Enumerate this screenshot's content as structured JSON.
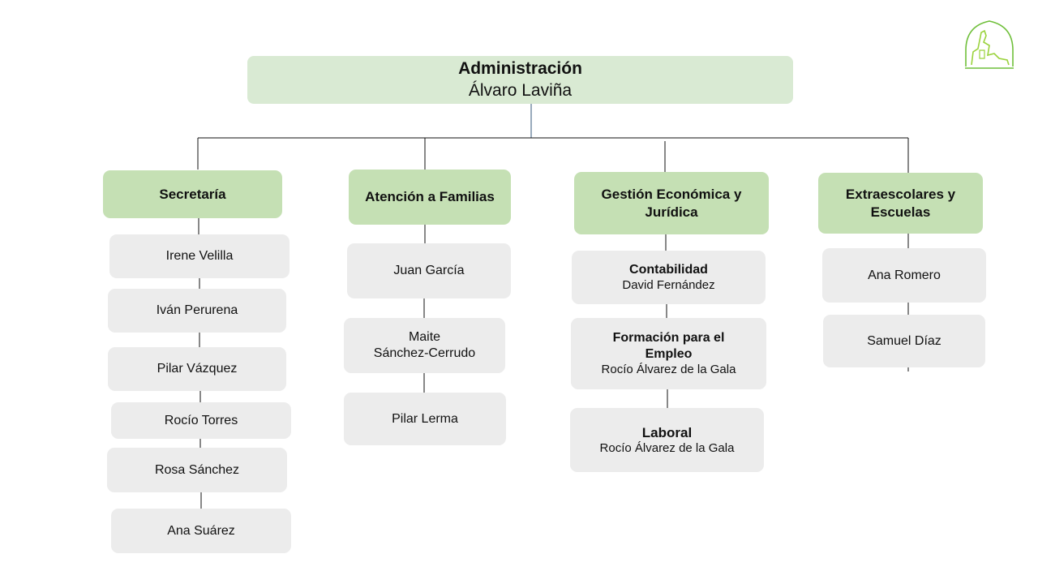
{
  "root": {
    "title": "Administración",
    "name": "Álvaro Laviña"
  },
  "departments": [
    {
      "label": "Secretaría",
      "members": [
        "Irene Velilla",
        "Iván Perurena",
        "Pilar Vázquez",
        "Rocío Torres",
        "Rosa Sánchez",
        "Ana Suárez"
      ]
    },
    {
      "label": "Atención a Familias",
      "members": [
        "Juan García",
        "Maite\nSánchez-Cerrudo",
        "Pilar Lerma"
      ]
    },
    {
      "label": "Gestión Económica y Jurídica",
      "units": [
        {
          "title": "Contabilidad",
          "name": "David Fernández"
        },
        {
          "title": "Formación para el Empleo",
          "name": "Rocío Álvarez de la Gala"
        },
        {
          "title": "Laboral",
          "name": "Rocío Álvarez de la Gala"
        }
      ]
    },
    {
      "label": "Extraescolares y Escuelas",
      "members": [
        "Ana Romero",
        "Samuel Díaz"
      ]
    }
  ],
  "colors": {
    "root": "#d9ead3",
    "department": "#c5e0b4",
    "member": "#ececec",
    "logo": "#6fbf3a"
  },
  "icons": {
    "logo": "school-logo-icon"
  }
}
